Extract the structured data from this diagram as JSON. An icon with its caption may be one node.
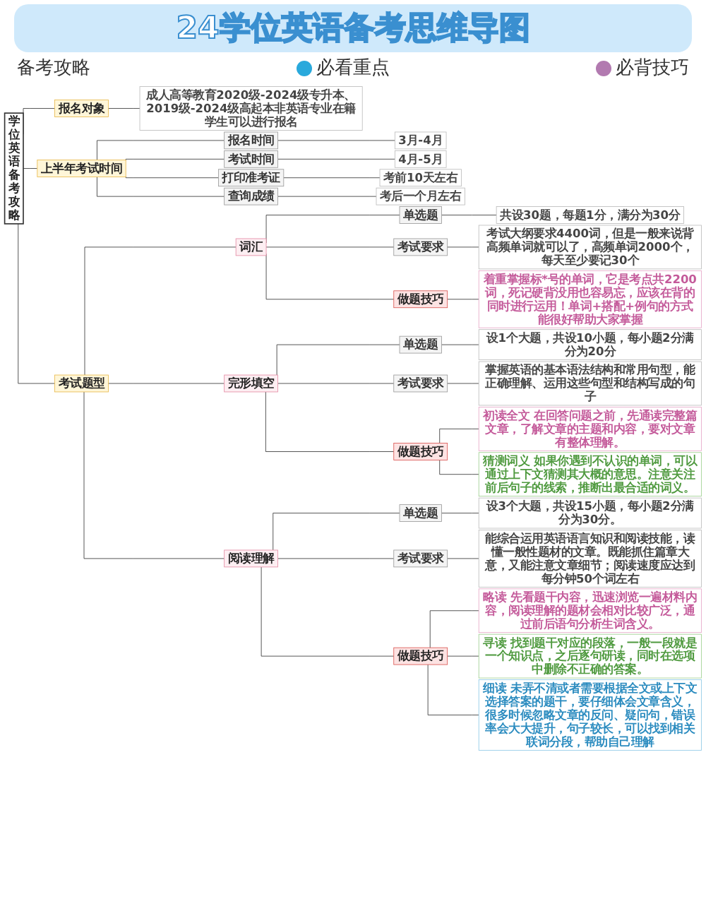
{
  "diagram": {
    "title": "24学位英语备考思维导图",
    "nodes": [
      {
        "text": [
          "学位英语备考攻略"
        ]
      },
      {
        "text": [
          "报名对象"
        ]
      },
      {
        "text": [
          "成人高等教育2020级-2024级专升本、2019级-2024级高起本非英语专业在籍学生可以进行报名"
        ]
      },
      {
        "text": [
          "上半年考试时间"
        ]
      },
      {
        "text": [
          "报名时间"
        ]
      },
      {
        "text": [
          "3月-4月"
        ]
      },
      {
        "text": [
          "考试时间"
        ]
      },
      {
        "text": [
          "4月-5月"
        ]
      },
      {
        "text": [
          "打印准考证"
        ]
      },
      {
        "text": [
          "考前10天左右"
        ]
      },
      {
        "text": [
          "查询成绩"
        ]
      },
      {
        "text": [
          "考后一个月左右"
        ]
      },
      {
        "text": [
          "考试题型"
        ]
      },
      {
        "text": [
          "词汇"
        ]
      },
      {
        "text": [
          "单选题"
        ]
      },
      {
        "text": [
          "共设30题，每题1分，满分为30分"
        ]
      },
      {
        "text": [
          "考试要求"
        ]
      },
      {
        "text": [
          "考试大纲要求4400词，但是一般来说背高频单词就可以了，高频单词2000个，每天至少要记30个"
        ]
      },
      {
        "text": [
          "做题技巧"
        ]
      },
      {
        "text": [
          "着重掌握标*号的单词，它是考点共2200词，死记硬背没用也容易忘，应该在背的同时进行运用！单词+搭配+例句的方式能很好帮助大家掌握"
        ]
      },
      {
        "text": [
          "完形填空"
        ]
      },
      {
        "text": [
          "单选题"
        ]
      },
      {
        "text": [
          "设1个大题，共设10小题，每小题2分满分为20分"
        ]
      },
      {
        "text": [
          "考试要求"
        ]
      },
      {
        "text": [
          "掌握英语的基本语法结构和常用句型，能正确理解、运用这些句型和结构写成的句子"
        ]
      },
      {
        "text": [
          "做题技巧"
        ]
      },
      {
        "text": [
          "初读全文 在回答问题之前，先通读完整篇文章，了解文章的主题和内容，要对文章有整体理解。"
        ]
      },
      {
        "text": [
          "猜测词义 如果你遇到不认识的单词，可以通过上下文猜测其大概的意思。注意关注前后句子的线索，推断出最合适的词义。"
        ]
      },
      {
        "text": [
          "阅读理解"
        ]
      },
      {
        "text": [
          "单选题"
        ]
      },
      {
        "text": [
          "设3个大题，共设15小题，每小题2分满分为30分。"
        ]
      },
      {
        "text": [
          "考试要求"
        ]
      },
      {
        "text": [
          "能综合运用英语语言知识和阅读技能，读懂一般性题材的文章。既能抓住篇章大意，又能注意文章细节；阅读速度应达到每分钟50个词左右"
        ]
      },
      {
        "text": [
          "做题技巧"
        ]
      },
      {
        "text": [
          "略读 先看题干内容，迅速浏览一遍材料内容，阅读理解的题材会相对比较广泛，通过前后语句分析生词含义。"
        ]
      },
      {
        "text": [
          "寻读 找到题干对应的段落，一般一段就是一个知识点，之后逐句研读，同时在选项中删除不正确的答案。"
        ]
      },
      {
        "text": [
          "细读 未弄不清或者需要根据全文或上下文选择答案的题干，要仔细体会文章含义，很多时候忽略文章的反问、疑问句，错误率会大大提升，句子较长，可以找到相关联词分段，帮助自己理解"
        ]
      }
    ],
    "edges": [
      {
        "from": 0,
        "to": 1,
        "arrow": "none"
      },
      {
        "from": 1,
        "to": 2,
        "arrow": "none"
      },
      {
        "from": 0,
        "to": 3,
        "arrow": "none"
      },
      {
        "from": 3,
        "to": 4,
        "arrow": "none"
      },
      {
        "from": 4,
        "to": 5,
        "arrow": "none"
      },
      {
        "from": 3,
        "to": 6,
        "arrow": "none"
      },
      {
        "from": 6,
        "to": 7,
        "arrow": "none"
      },
      {
        "from": 3,
        "to": 8,
        "arrow": "none"
      },
      {
        "from": 8,
        "to": 9,
        "arrow": "none"
      },
      {
        "from": 3,
        "to": 10,
        "arrow": "none"
      },
      {
        "from": 10,
        "to": 11,
        "arrow": "none"
      },
      {
        "from": 0,
        "to": 12,
        "arrow": "none"
      },
      {
        "from": 12,
        "to": 13,
        "arrow": "none"
      },
      {
        "from": 13,
        "to": 14,
        "arrow": "none"
      },
      {
        "from": 14,
        "to": 15,
        "arrow": "none"
      },
      {
        "from": 13,
        "to": 16,
        "arrow": "none"
      },
      {
        "from": 16,
        "to": 17,
        "arrow": "none"
      },
      {
        "from": 13,
        "to": 18,
        "arrow": "none"
      },
      {
        "from": 18,
        "to": 19,
        "arrow": "none"
      },
      {
        "from": 12,
        "to": 20,
        "arrow": "none"
      },
      {
        "from": 20,
        "to": 21,
        "arrow": "none"
      },
      {
        "from": 21,
        "to": 22,
        "arrow": "none"
      },
      {
        "from": 20,
        "to": 23,
        "arrow": "none"
      },
      {
        "from": 23,
        "to": 24,
        "arrow": "none"
      },
      {
        "from": 20,
        "to": 25,
        "arrow": "none"
      },
      {
        "from": 25,
        "to": 26,
        "arrow": "none"
      },
      {
        "from": 25,
        "to": 27,
        "arrow": "none"
      },
      {
        "from": 12,
        "to": 28,
        "arrow": "none"
      },
      {
        "from": 28,
        "to": 29,
        "arrow": "none"
      },
      {
        "from": 29,
        "to": 30,
        "arrow": "none"
      },
      {
        "from": 28,
        "to": 31,
        "arrow": "none"
      },
      {
        "from": 31,
        "to": 32,
        "arrow": "none"
      },
      {
        "from": 28,
        "to": 33,
        "arrow": "none"
      },
      {
        "from": 33,
        "to": 34,
        "arrow": "none"
      },
      {
        "from": 33,
        "to": 35,
        "arrow": "none"
      },
      {
        "from": 33,
        "to": 36,
        "arrow": "none"
      }
    ],
    "labels": [
      "备考攻略"
    ],
    "legend": [
      {
        "text": "必看重点",
        "color": "#29a9dc"
      },
      {
        "text": "必背技巧",
        "color": "#b27ab0"
      }
    ]
  }
}
